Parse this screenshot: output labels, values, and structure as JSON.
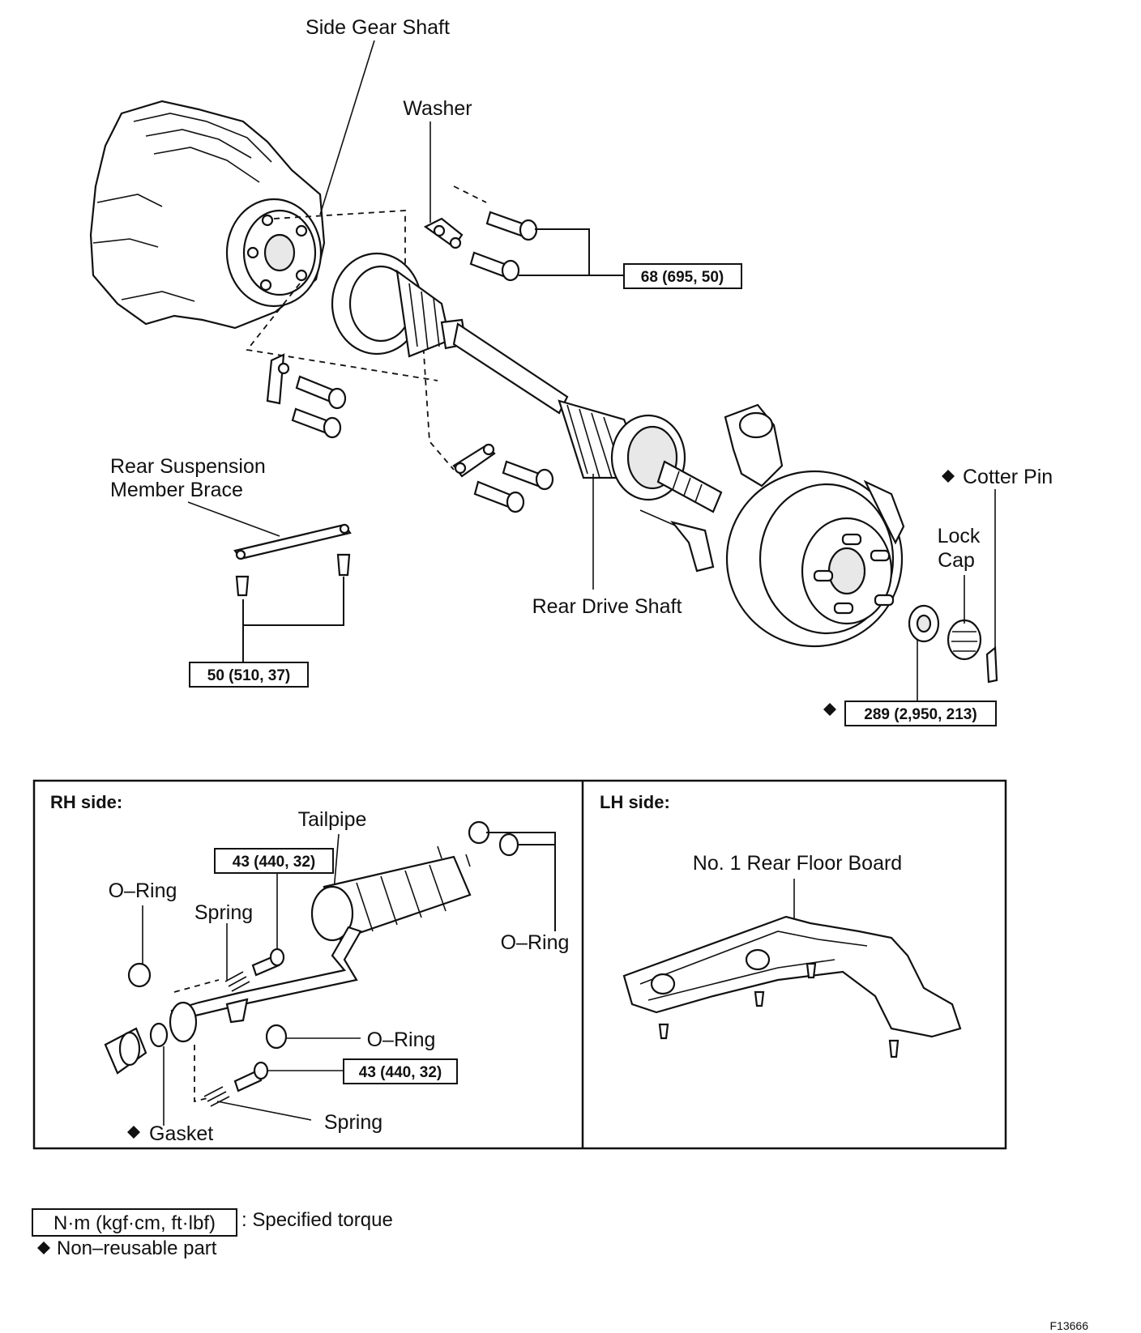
{
  "labels": {
    "side_gear_shaft": "Side Gear Shaft",
    "washer": "Washer",
    "rear_suspension_line1": "Rear Suspension",
    "rear_suspension_line2": "Member Brace",
    "rear_drive_shaft": "Rear Drive Shaft",
    "cotter_pin": "Cotter Pin",
    "lock_cap_line1": "Lock",
    "lock_cap_line2": "Cap"
  },
  "torques": {
    "drive_shaft_bolts": "68 (695, 50)",
    "brace_bolts": "50 (510, 37)",
    "axle_nut": "289 (2,950, 213)"
  },
  "rh_panel": {
    "title": "RH side:",
    "tailpipe": "Tailpipe",
    "torque_upper": "43 (440, 32)",
    "torque_lower": "43 (440, 32)",
    "o_ring_left": "O–Ring",
    "o_ring_right": "O–Ring",
    "o_ring_bottom": "O–Ring",
    "spring_upper": "Spring",
    "spring_lower": "Spring",
    "gasket": "Gasket"
  },
  "lh_panel": {
    "title": "LH side:",
    "floor_board": "No. 1 Rear Floor Board"
  },
  "legend": {
    "torque_unit": "N·m (kgf·cm, ft·lbf)",
    "torque_desc": ": Specified torque",
    "nonreusable": "Non–reusable part"
  },
  "figure_id": "F13666",
  "icons": [
    "diamond-icon"
  ]
}
